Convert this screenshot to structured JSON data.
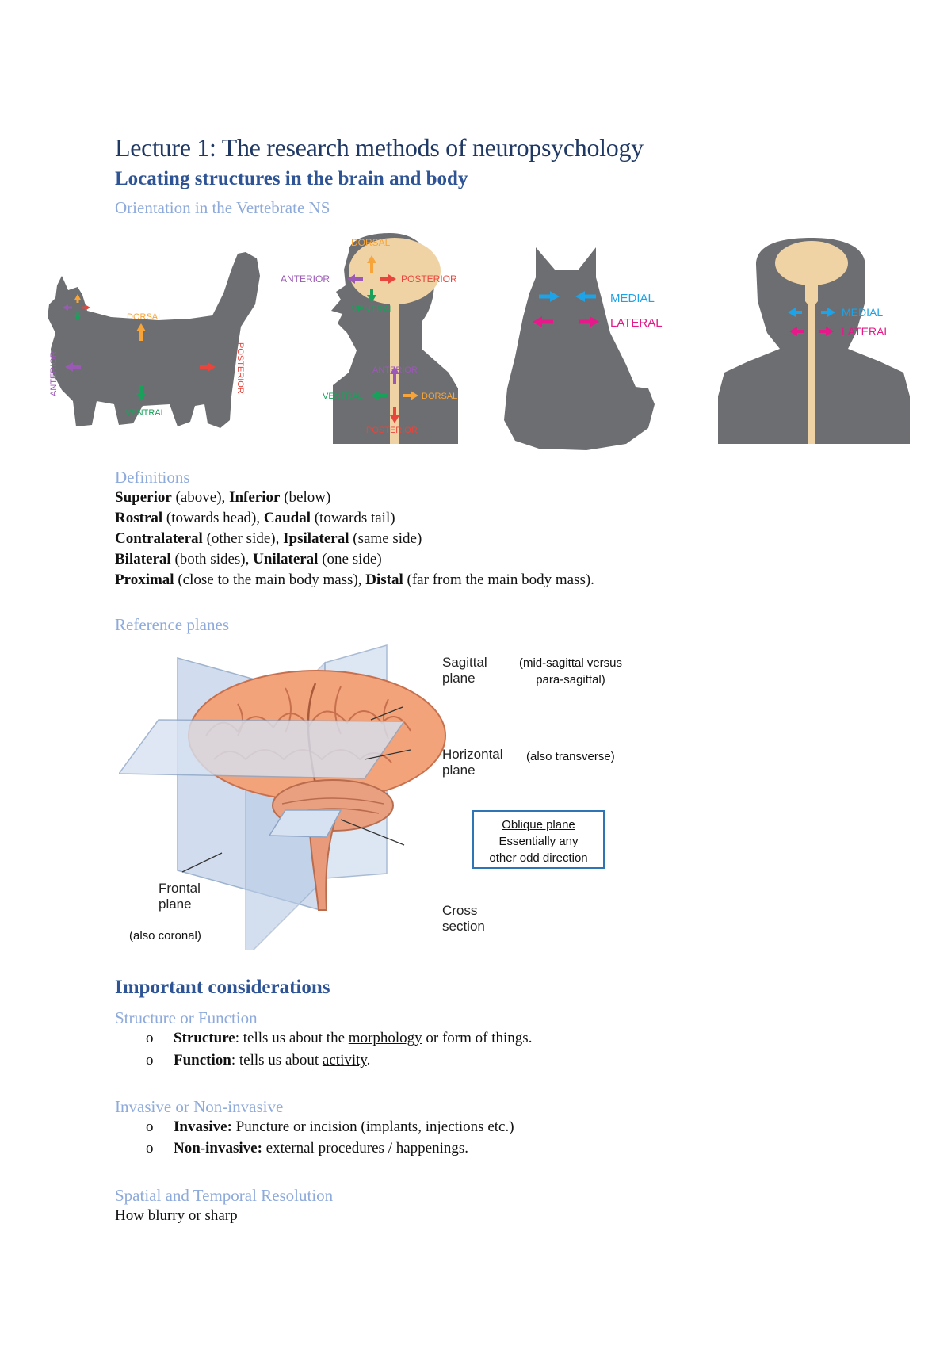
{
  "title": "Lecture 1: The research methods of neuropsychology",
  "section1": {
    "heading": "Locating structures in the brain and body",
    "subheading": "Orientation in the Vertebrate NS",
    "figure_labels": {
      "dorsal": "DORSAL",
      "ventral": "VENTRAL",
      "anterior": "ANTERIOR",
      "posterior": "POSTERIOR",
      "medial": "MEDIAL",
      "lateral": "LATERAL"
    },
    "definitions": {
      "heading": "Definitions",
      "rows": [
        {
          "t1": "Superior",
          "d1": " (above), ",
          "t2": "Inferior",
          "d2": " (below)"
        },
        {
          "t1": "Rostral",
          "d1": " (towards head), ",
          "t2": "Caudal",
          "d2": " (towards tail)"
        },
        {
          "t1": "Contralateral",
          "d1": " (other side), ",
          "t2": "Ipsilateral",
          "d2": " (same side)"
        },
        {
          "t1": "Bilateral",
          "d1": " (both sides), ",
          "t2": "Unilateral",
          "d2": " (one side)"
        },
        {
          "t1": "Proximal",
          "d1": " (close to the main body mass), ",
          "t2": "Distal",
          "d2": " (far from the main body mass)."
        }
      ]
    },
    "planes": {
      "heading": "Reference planes",
      "sagittal": [
        "Sagittal",
        "plane"
      ],
      "sagittal_note": [
        "(mid-sagittal versus",
        "para-sagittal)"
      ],
      "horizontal": [
        "Horizontal",
        "plane"
      ],
      "horizontal_note": "(also transverse)",
      "oblique_title": "Oblique plane",
      "oblique_text": [
        "Essentially any",
        "other odd direction"
      ],
      "frontal": [
        "Frontal",
        "plane"
      ],
      "frontal_note": "(also coronal)",
      "cross": [
        "Cross",
        "section"
      ]
    }
  },
  "section2": {
    "heading": "Important considerations",
    "structure_function": {
      "heading": "Structure or Function",
      "b1": {
        "bold": "Structure",
        "pre": ": tells us about the ",
        "u": "morphology",
        "post": " or form of things."
      },
      "b2": {
        "bold": "Function",
        "pre": ": tells us about ",
        "u": "activity",
        "post": "."
      }
    },
    "invasive": {
      "heading": "Invasive or Non-invasive",
      "b1": {
        "bold": "Invasive:",
        "rest": " Puncture or incision (implants, injections etc.)"
      },
      "b2": {
        "bold": "Non-invasive:",
        "rest": " external procedures / happenings."
      }
    },
    "resolution": {
      "heading": "Spatial and Temporal Resolution",
      "text": "How blurry or sharp"
    }
  },
  "bullet_marker": "o",
  "colors": {
    "title": "#1f3864",
    "heading": "#2e5496",
    "subheading": "#8eaadb",
    "silhouette": "#6d6e71",
    "dorsal": "#f7a53b",
    "ventral": "#19a15c",
    "anterior": "#9b59b6",
    "posterior": "#e8453c",
    "medial": "#1ca3e8",
    "lateral": "#e6198a"
  }
}
